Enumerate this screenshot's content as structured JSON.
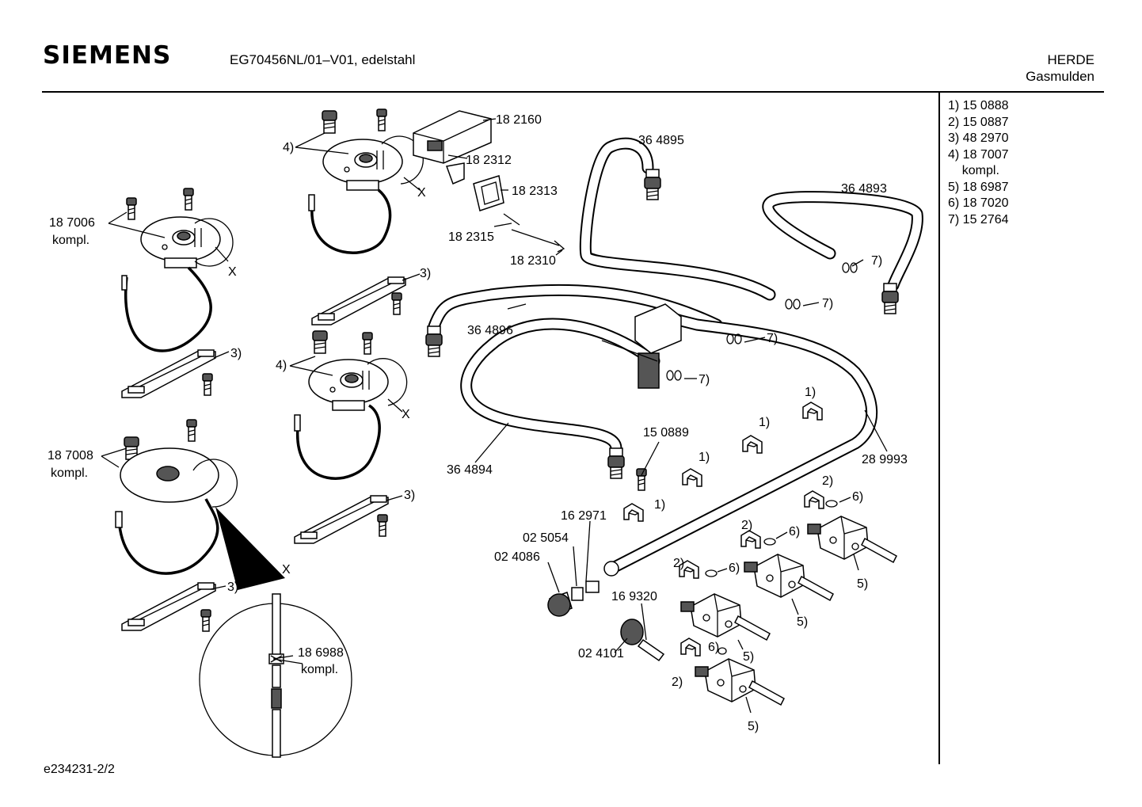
{
  "header": {
    "brand": "SIEMENS",
    "model": "EG70456NL/01–V01, edelstahl",
    "category_line1": "HERDE",
    "category_line2": "Gasmulden"
  },
  "legend": [
    "1) 15 0888",
    "2) 15 0887",
    "3) 48 2970",
    "4) 18 7007",
    "    kompl.",
    "5) 18 6987",
    "6) 18 7020",
    "7) 15 2764"
  ],
  "footer": {
    "drawing_id": "e234231-2/2"
  },
  "labels": {
    "p182160": "18 2160",
    "p182312": "18 2312",
    "p182313": "18 2313",
    "p182315": "18 2315",
    "p182310": "18 2310",
    "p364895": "36 4895",
    "p364893": "36 4893",
    "p364896": "36 4896",
    "p364894": "36 4894",
    "p150889": "15 0889",
    "p289993": "28 9993",
    "p162971": "16 2971",
    "p025054": "02 5054",
    "p024086": "02 4086",
    "p169320": "16 9320",
    "p024101": "02 4101",
    "p187006": "18 7006",
    "p187008": "18 7008",
    "p186988": "18 6988",
    "kompl": "kompl.",
    "x": "X",
    "r1": "1)",
    "r2": "2)",
    "r3": "3)",
    "r4": "4)",
    "r5": "5)",
    "r6": "6)",
    "r7": "7)"
  }
}
